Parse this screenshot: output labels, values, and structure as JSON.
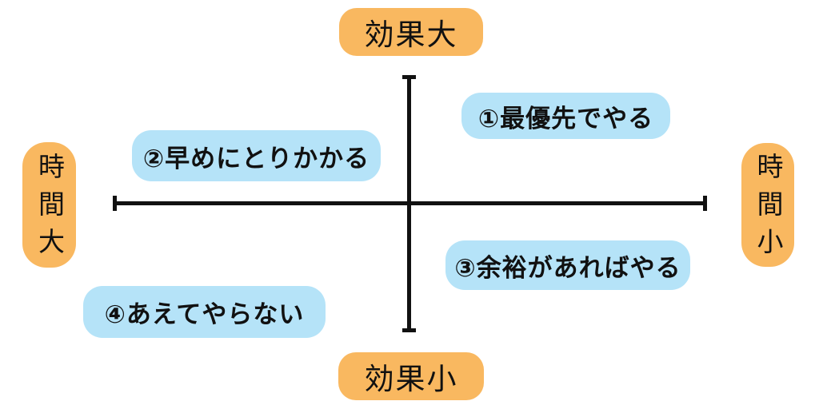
{
  "matrix": {
    "effect_axis": {
      "top_label": "効果大",
      "bottom_label": "効果小"
    },
    "time_axis": {
      "left_label": "時間大",
      "right_label": "時間小"
    },
    "quadrants": {
      "top_right": "①最優先でやる",
      "top_left": "②早めにとりかかる",
      "bottom_right": "③余裕があればやる",
      "bottom_left": "④あえてやらない"
    },
    "colors": {
      "axis_label_bg": "#F9B860",
      "quadrant_label_bg": "#B5E3F8",
      "axis_line": "#111111",
      "text": "#111111",
      "background": "#FFFFFF"
    }
  }
}
